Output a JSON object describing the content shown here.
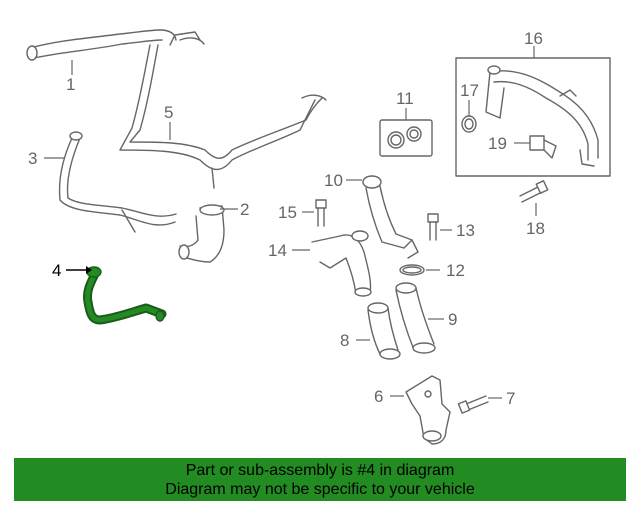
{
  "callouts": [
    "1",
    "2",
    "3",
    "4",
    "5",
    "6",
    "7",
    "8",
    "9",
    "10",
    "11",
    "12",
    "13",
    "14",
    "15",
    "16",
    "17",
    "18",
    "19"
  ],
  "highlight_part": "4",
  "colors": {
    "highlight": "#228b22",
    "line": "#666666",
    "banner": "#228b22"
  },
  "banner": {
    "line1": "Part or sub-assembly is #4 in diagram",
    "line2": "Diagram may not be specific to your vehicle"
  }
}
